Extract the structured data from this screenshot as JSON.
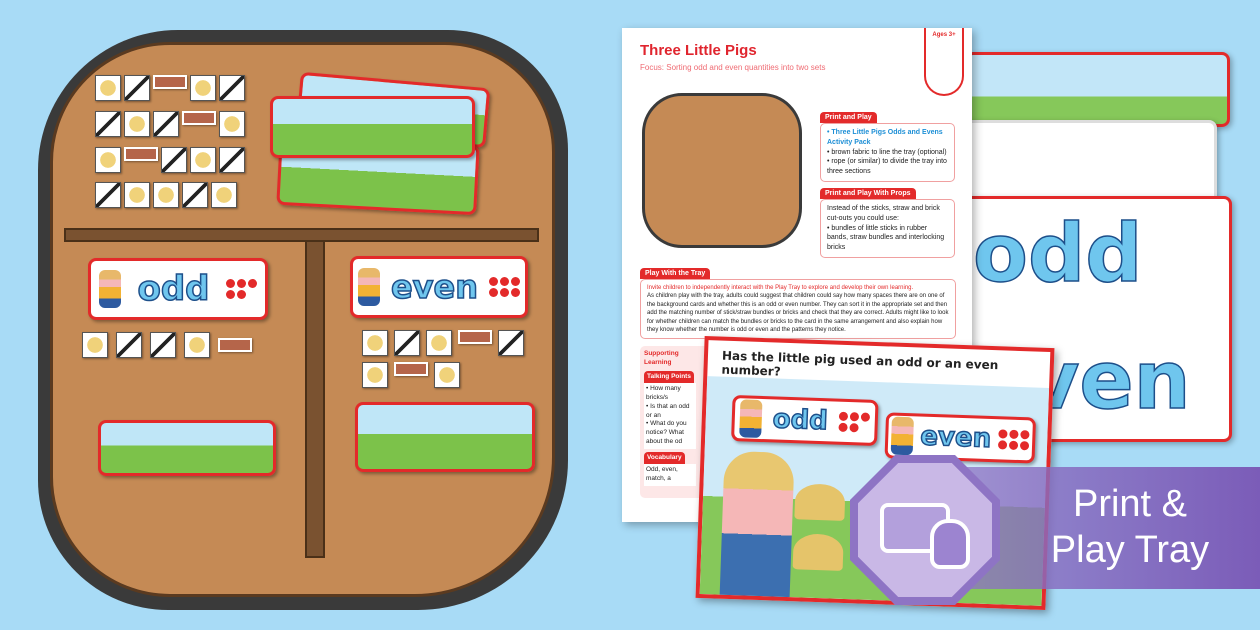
{
  "tray": {
    "odd_label": "odd",
    "even_label": "even"
  },
  "document": {
    "title": "Three Little Pigs",
    "focus": "Focus: Sorting odd and even quantities into two sets",
    "ages": "Ages 3+",
    "print_and_play": {
      "heading": "Print and Play",
      "items": [
        "Three Little Pigs Odds and Evens Activity Pack",
        "brown fabric to line the tray (optional)",
        "rope (or similar) to divide the tray into three sections"
      ]
    },
    "print_and_play_props": {
      "heading": "Print and Play With Props",
      "intro": "Instead of the sticks, straw and brick cut-outs you could use:",
      "items": [
        "bundles of little sticks in rubber bands, straw bundles and interlocking bricks"
      ]
    },
    "play_with_tray": {
      "heading": "Play With the Tray",
      "lead": "Invite children to independently interact with the Play Tray to explore and develop their own learning.",
      "body": "As children play with the tray, adults could suggest that children could say how many spaces there are on one of the background cards and whether this is an odd or even number. They can sort it in the appropriate set and then add the matching number of stick/straw bundles or bricks and check that they are correct. Adults might like to look for whether children can match the bundles or bricks to the card in the same arrangement and also explain how they know whether the number is odd or even and the patterns they notice."
    },
    "supporting": {
      "heading": "Supporting Learning",
      "talking_points": "Talking Points",
      "points": [
        "How many bricks/s",
        "Is that an odd or an",
        "What do you notice? What about the od"
      ],
      "vocabulary": "Vocabulary",
      "vocab_text": "Odd, even, match, a"
    }
  },
  "cards": {
    "odd": "odd",
    "even": "even"
  },
  "worksheet": {
    "question": "Has the little pig used an odd or an even number?",
    "odd": "odd",
    "even": "even"
  },
  "banner": {
    "line1": "Print &",
    "line2": "Play Tray"
  },
  "colors": {
    "background": "#a8dbf6",
    "accent": "#e32a2a",
    "badge": "#8e74c4"
  }
}
